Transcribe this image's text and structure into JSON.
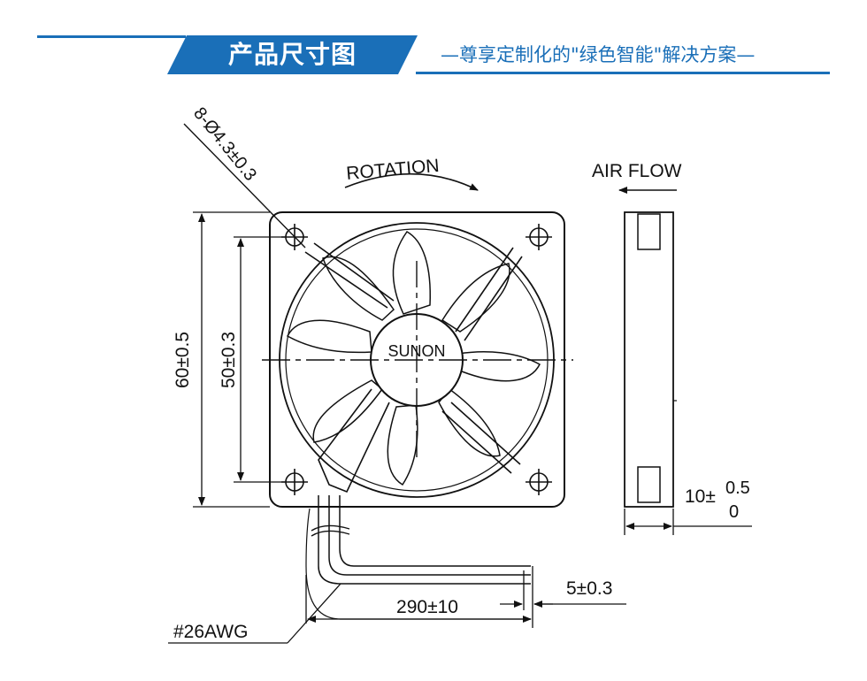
{
  "header": {
    "title": "产品尺寸图",
    "subtitle": "—尊享定制化的\"绿色智能\"解决方案—",
    "accent_color": "#1a6fb8"
  },
  "drawing": {
    "hole_spec": "8-Ø4.3±0.3",
    "rotation_label": "ROTATION",
    "airflow_label": "AIR FLOW",
    "brand": "SUNON",
    "overall_dim": "60±0.5",
    "hole_pitch_dim": "50±0.3",
    "thickness_base": "10±",
    "thickness_upper": "0.5",
    "thickness_lower": "0",
    "lead_length": "290±10",
    "strip_length": "5±0.3",
    "wire_gauge": "#26AWG"
  },
  "colors": {
    "line": "#111111"
  }
}
